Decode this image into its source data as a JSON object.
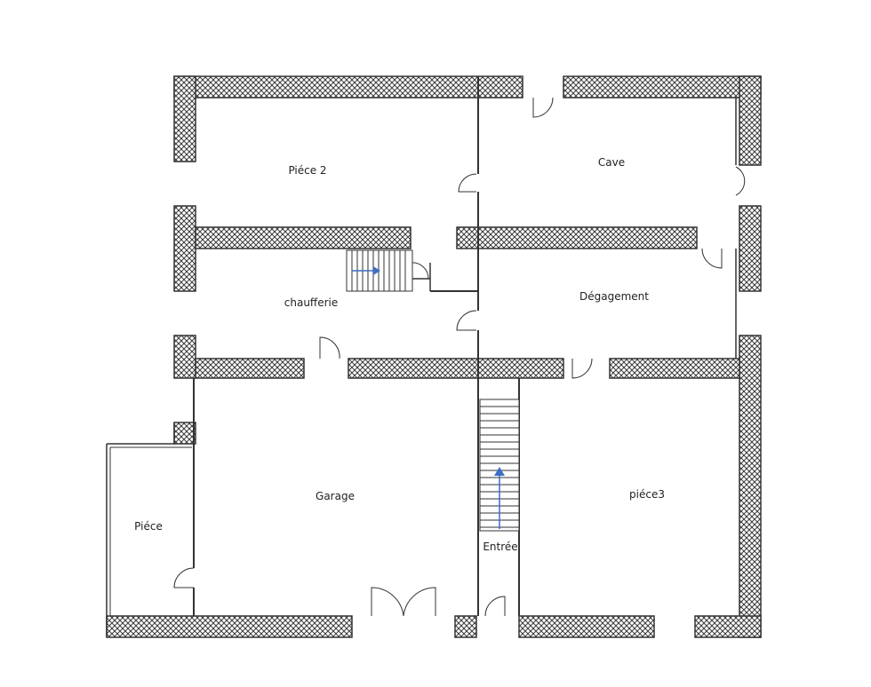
{
  "plan": {
    "rooms": {
      "piece2": "Piéce 2",
      "cave": "Cave",
      "chaufferie": "chaufferie",
      "degagement": "Dégagement",
      "garage": "Garage",
      "piece3": "piéce3",
      "piece": "Piéce",
      "entree": "Entrée"
    },
    "colors": {
      "wall_line": "#333333",
      "hatch": "#444444",
      "stair_arrow": "#3a6fc4",
      "label": "#222222"
    }
  }
}
